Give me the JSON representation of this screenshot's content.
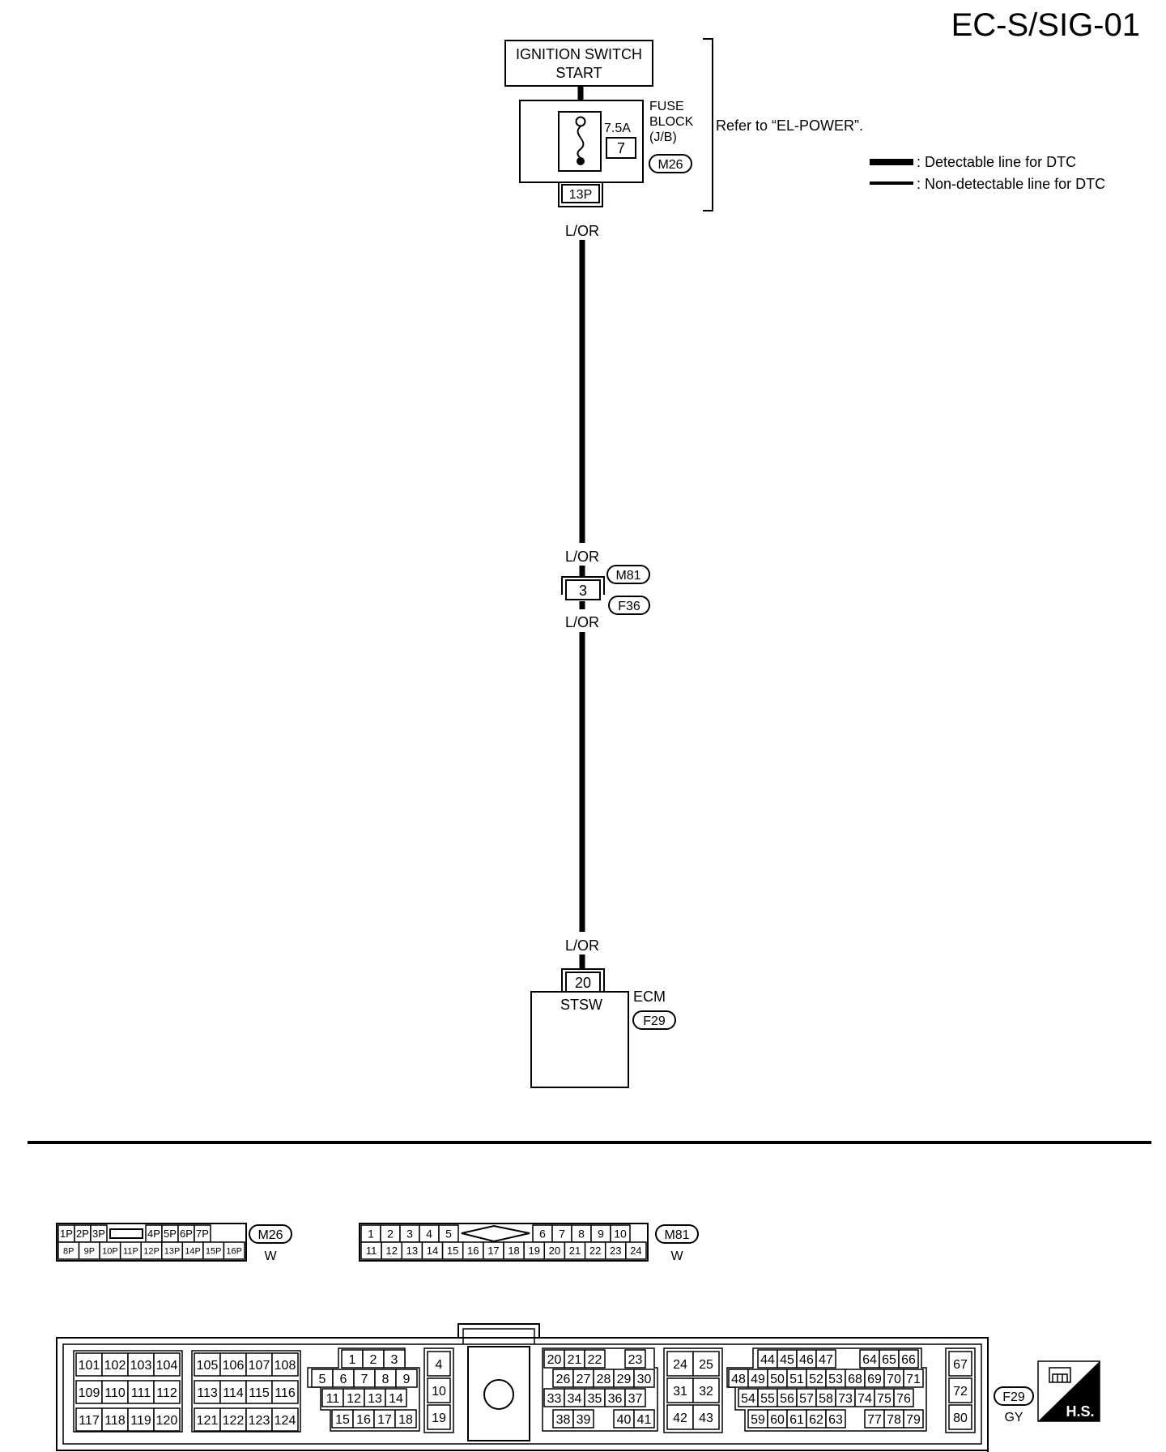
{
  "page_code": "EC-S/SIG-01",
  "ignition_switch": {
    "line1": "IGNITION SWITCH",
    "line2": "START"
  },
  "fuse_block": {
    "label_line1": "FUSE",
    "label_line2": "BLOCK",
    "label_line3": "(J/B)",
    "connector": "M26",
    "fuse_rating": "7.5A",
    "fuse_number": "7",
    "terminal": "13P"
  },
  "refer_note": "Refer to “EL-POWER”.",
  "legend": {
    "detectable": ": Detectable line for DTC",
    "non_detectable": ": Non-detectable line for DTC"
  },
  "wires": {
    "upper_top": "L/OR",
    "upper_bottom": "L/OR",
    "lower_top": "L/OR",
    "lower_bottom": "L/OR"
  },
  "joint_connector": {
    "terminal": "3",
    "male": "M81",
    "female": "F36"
  },
  "ecm": {
    "label": "ECM",
    "connector": "F29",
    "terminal": "20",
    "pin_name": "STSW"
  },
  "connector_views": {
    "m26": {
      "id": "M26",
      "color": "W",
      "top": [
        "1P",
        "2P",
        "3P",
        "4P",
        "5P",
        "6P",
        "7P"
      ],
      "bottom": [
        "8P",
        "9P",
        "10P",
        "11P",
        "12P",
        "13P",
        "14P",
        "15P",
        "16P"
      ]
    },
    "m81": {
      "id": "M81",
      "color": "W",
      "top": [
        "1",
        "2",
        "3",
        "4",
        "5",
        "6",
        "7",
        "8",
        "9",
        "10"
      ],
      "bottom": [
        "11",
        "12",
        "13",
        "14",
        "15",
        "16",
        "17",
        "18",
        "19",
        "20",
        "21",
        "22",
        "23",
        "24"
      ]
    },
    "f29": {
      "id": "F29",
      "color": "GY",
      "hs_label": "H.S.",
      "groups": {
        "g1": [
          [
            "101",
            "102",
            "103",
            "104"
          ],
          [
            "109",
            "110",
            "111",
            "112"
          ],
          [
            "117",
            "118",
            "119",
            "120"
          ]
        ],
        "g2": [
          [
            "105",
            "106",
            "107",
            "108"
          ],
          [
            "113",
            "114",
            "115",
            "116"
          ],
          [
            "121",
            "122",
            "123",
            "124"
          ]
        ],
        "g3": [
          [
            "1",
            "2",
            "3"
          ],
          [
            "5",
            "6",
            "7",
            "8",
            "9"
          ],
          [
            "11",
            "12",
            "13",
            "14"
          ],
          [
            "15",
            "16",
            "17",
            "18"
          ]
        ],
        "g4": [
          "4",
          "10",
          "19"
        ],
        "g5": [
          [
            "20",
            "21",
            "22",
            "23"
          ],
          [
            "26",
            "27",
            "28",
            "29",
            "30"
          ],
          [
            "33",
            "34",
            "35",
            "36",
            "37"
          ],
          [
            "38",
            "39",
            "40",
            "41"
          ]
        ],
        "g6": [
          [
            "24",
            "25"
          ],
          [
            "31",
            "32"
          ],
          [
            "42",
            "43"
          ]
        ],
        "g7": [
          [
            "44",
            "45",
            "46",
            "47",
            "64",
            "65",
            "66"
          ],
          [
            "48",
            "49",
            "50",
            "51",
            "52",
            "53",
            "68",
            "69",
            "70",
            "71"
          ],
          [
            "54",
            "55",
            "56",
            "57",
            "58",
            "73",
            "74",
            "75",
            "76"
          ],
          [
            "59",
            "60",
            "61",
            "62",
            "63",
            "77",
            "78",
            "79"
          ]
        ],
        "g8": [
          "67",
          "72",
          "80"
        ]
      }
    }
  }
}
